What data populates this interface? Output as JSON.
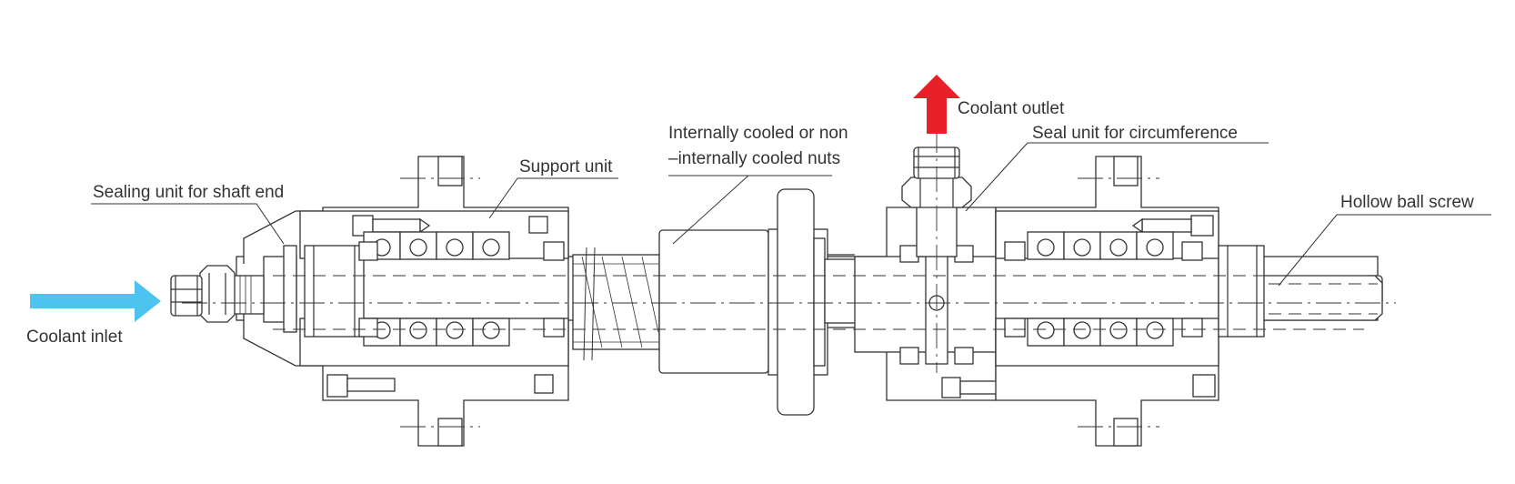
{
  "labels": {
    "coolant_inlet": "Coolant inlet",
    "coolant_outlet": "Coolant outlet",
    "sealing_unit_shaft_end": "Sealing unit for shaft end",
    "support_unit": "Support unit",
    "nuts_line1": "Internally cooled or non",
    "nuts_line2": "–internally cooled nuts",
    "seal_unit_circumference": "Seal unit for circumference",
    "hollow_ball_screw": "Hollow ball screw"
  },
  "colors": {
    "inlet_arrow": "#4dc3f0",
    "outlet_arrow": "#e8202a",
    "line": "#333333"
  }
}
